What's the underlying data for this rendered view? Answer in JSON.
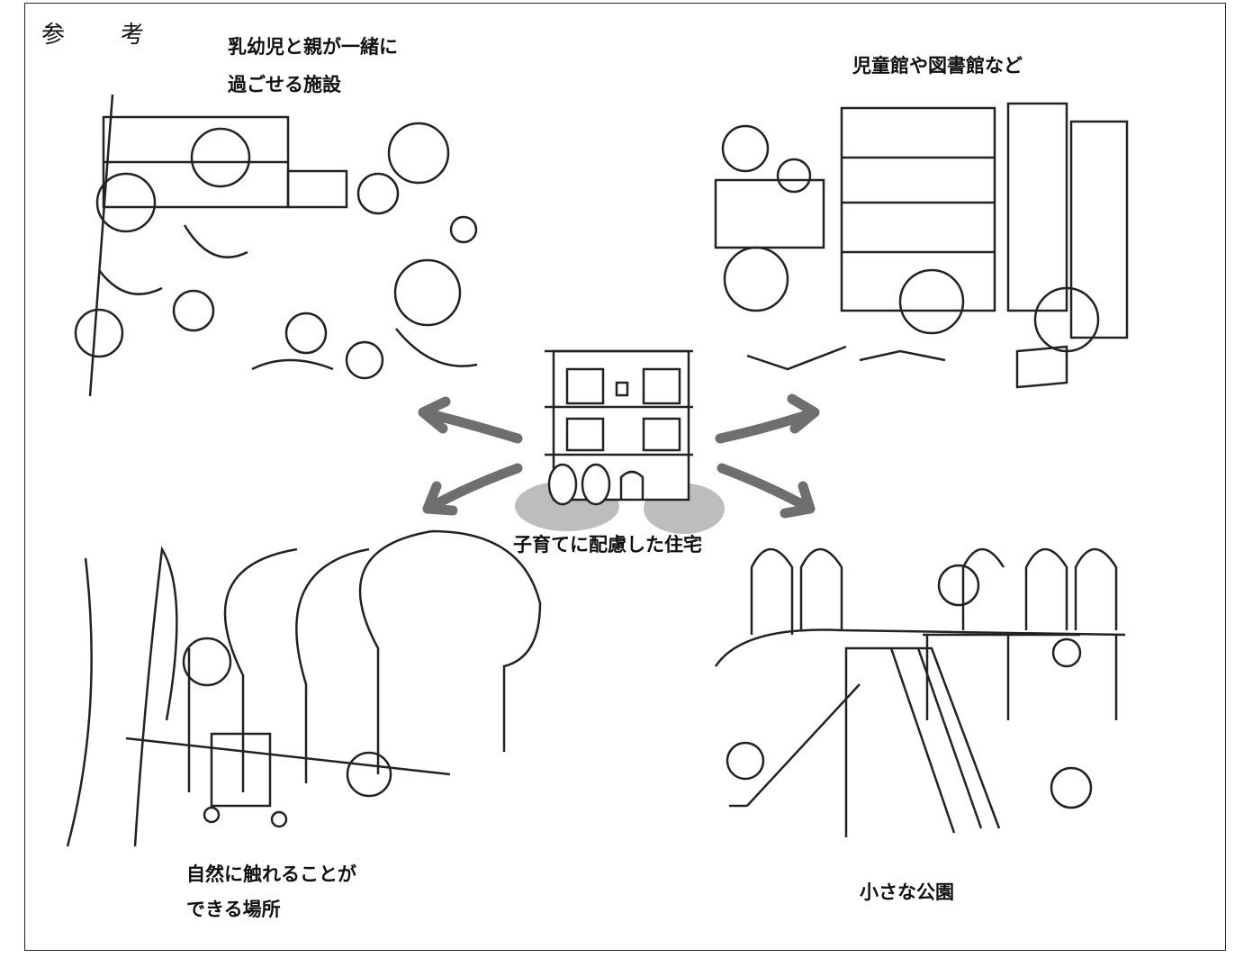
{
  "header": {
    "ref_label": "参　考"
  },
  "center": {
    "label": "子育てに配慮した住宅"
  },
  "quadrants": {
    "top_left": {
      "line1": "乳幼児と親が一緒に",
      "line2": "過ごせる施設"
    },
    "top_right": {
      "line1": "児童館や図書館など"
    },
    "bottom_left": {
      "line1": "自然に触れることが",
      "line2": "できる場所"
    },
    "bottom_right": {
      "line1": "小さな公園"
    }
  },
  "colors": {
    "arrow": "#6f6f6f",
    "shadow": "#bdbdbd",
    "line": "#222222"
  }
}
